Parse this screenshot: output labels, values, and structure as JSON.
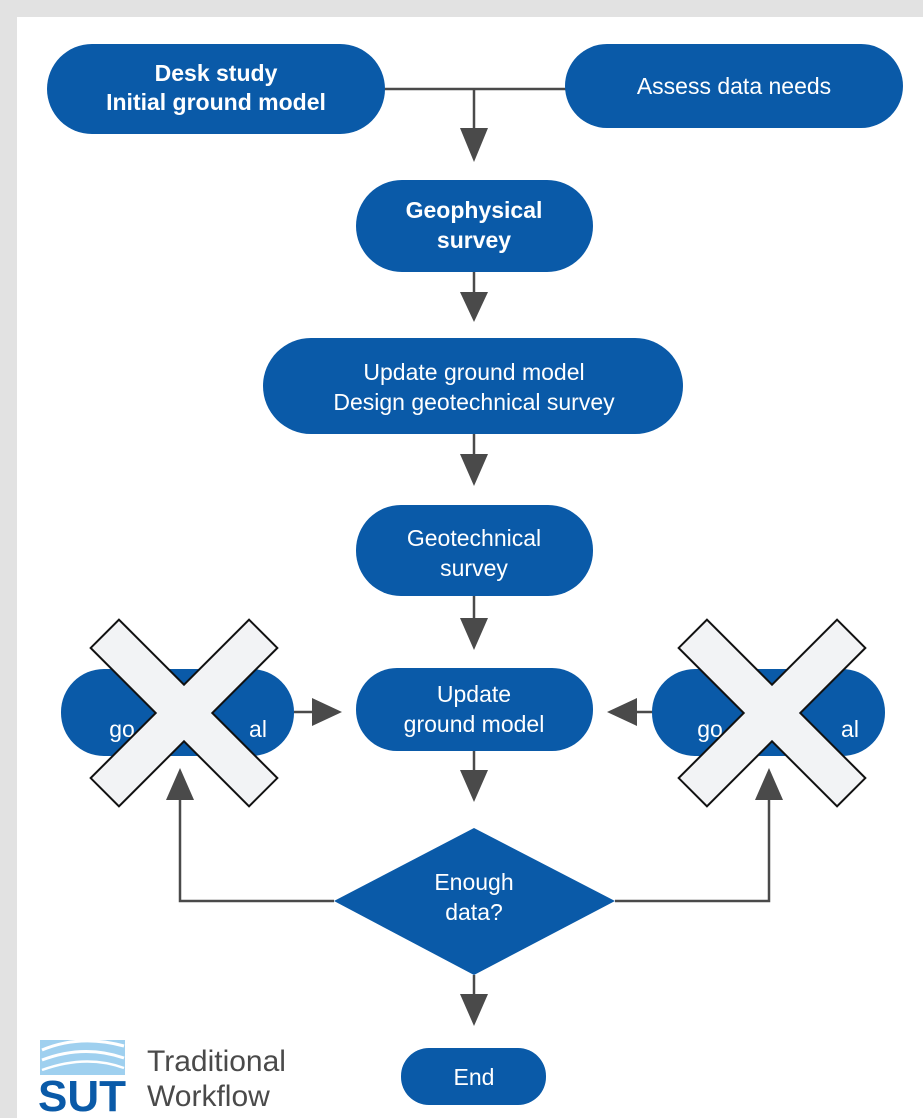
{
  "diagram": {
    "nodes": {
      "desk_study": {
        "lines": [
          "Desk study",
          "Initial ground model"
        ]
      },
      "assess_data": {
        "lines": [
          "Assess data needs"
        ]
      },
      "geophysical": {
        "lines": [
          "Geophysical",
          "survey"
        ]
      },
      "update_design": {
        "lines": [
          "Update ground model",
          "Design geotechnical survey"
        ]
      },
      "geotechnical": {
        "lines": [
          "Geotechnical",
          "survey"
        ]
      },
      "update_ground": {
        "lines": [
          "Update",
          "ground model"
        ]
      },
      "left_crossed": {
        "lines": [
          "go",
          "al"
        ]
      },
      "right_crossed": {
        "lines": [
          "go",
          "al"
        ]
      },
      "decision": {
        "lines": [
          "Enough",
          "data?"
        ]
      },
      "end": {
        "lines": [
          "End"
        ]
      }
    },
    "logo": {
      "mark": "SUT",
      "caption_line1": "Traditional",
      "caption_line2": "Workflow"
    }
  },
  "colors": {
    "node_fill": "#0a5aa8",
    "arrow": "#4a4a4a",
    "cross_fill": "#f2f3f5",
    "frame_bg": "#ffffff",
    "page_bg": "#e2e2e2"
  }
}
